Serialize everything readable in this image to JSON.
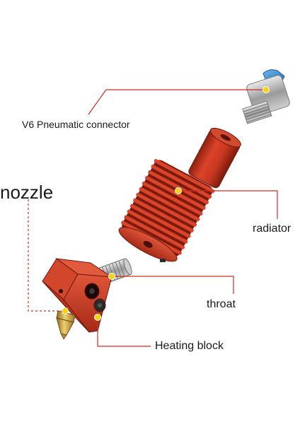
{
  "labels": {
    "connector": "V6 Pneumatic connector",
    "nozzle": "nozzle",
    "radiator": "radiator",
    "throat": "throat",
    "heating_block": "Heating block"
  },
  "colors": {
    "leader_line": "#d42a22",
    "marker_dot": "#f5d314",
    "aluminum_red": "#c9371f",
    "aluminum_dark": "#8e2010",
    "brass": "#c8a040",
    "steel": "#b8b8b8",
    "connector_blue": "#3a8fd8"
  },
  "icons": {
    "connector": "pneumatic-connector-icon",
    "radiator": "radiator-icon",
    "heating_block": "heating-block-icon",
    "nozzle": "brass-nozzle-icon",
    "throat": "throat-icon"
  }
}
